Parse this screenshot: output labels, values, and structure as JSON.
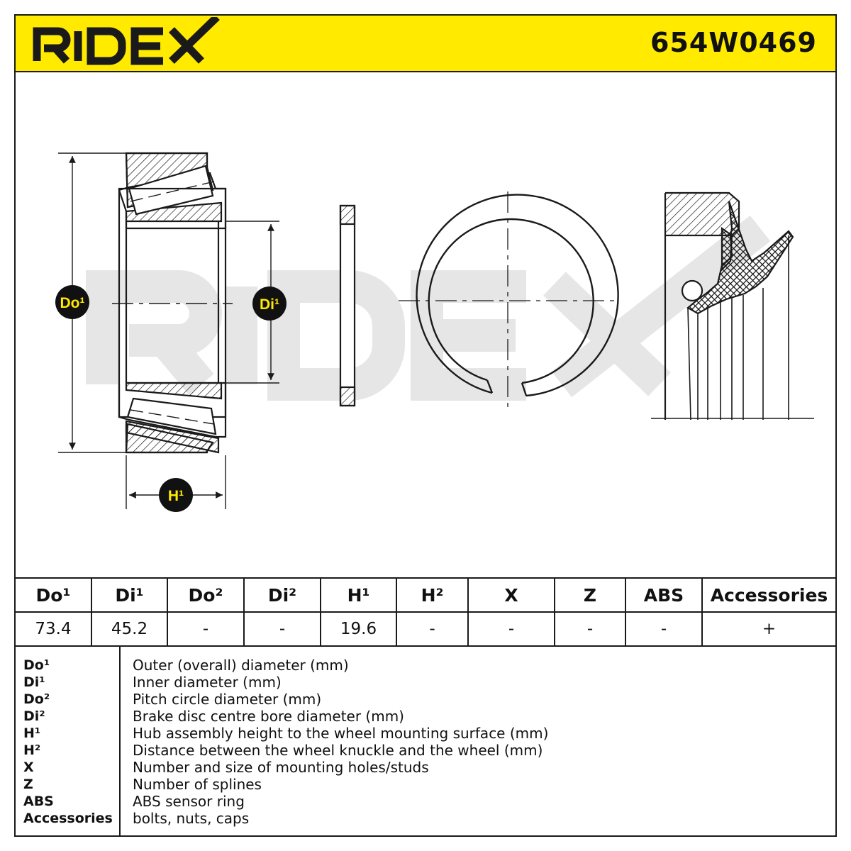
{
  "header": {
    "brand": "RIDEX",
    "part_number": "654W0469"
  },
  "drawing": {
    "dimension_badges": {
      "do1": "Do¹",
      "di1": "Di¹",
      "h1": "H¹"
    },
    "watermark": "RIDEX"
  },
  "spec_table": {
    "headers": [
      "Do¹",
      "Di¹",
      "Do²",
      "Di²",
      "H¹",
      "H²",
      "X",
      "Z",
      "ABS",
      "Accessories"
    ],
    "values": [
      "73.4",
      "45.2",
      "-",
      "-",
      "19.6",
      "-",
      "-",
      "-",
      "-",
      "+"
    ]
  },
  "legend": [
    {
      "abbr": "Do¹",
      "description": "Outer (overall) diameter (mm)"
    },
    {
      "abbr": "Di¹",
      "description": "Inner diameter (mm)"
    },
    {
      "abbr": "Do²",
      "description": "Pitch circle diameter (mm)"
    },
    {
      "abbr": "Di²",
      "description": "Brake disc centre bore diameter (mm)"
    },
    {
      "abbr": "H¹",
      "description": "Hub assembly height to the wheel mounting surface (mm)"
    },
    {
      "abbr": "H²",
      "description": "Distance between the wheel knuckle and the wheel (mm)"
    },
    {
      "abbr": "X",
      "description": "Number and size of mounting holes/studs"
    },
    {
      "abbr": "Z",
      "description": "Number of splines"
    },
    {
      "abbr": "ABS",
      "description": "ABS sensor ring"
    },
    {
      "abbr": "Accessories",
      "description": "bolts, nuts, caps"
    }
  ],
  "colors": {
    "accent_yellow": "#ffea00",
    "line": "#1a1a1a",
    "watermark": "#e6e6e6"
  }
}
